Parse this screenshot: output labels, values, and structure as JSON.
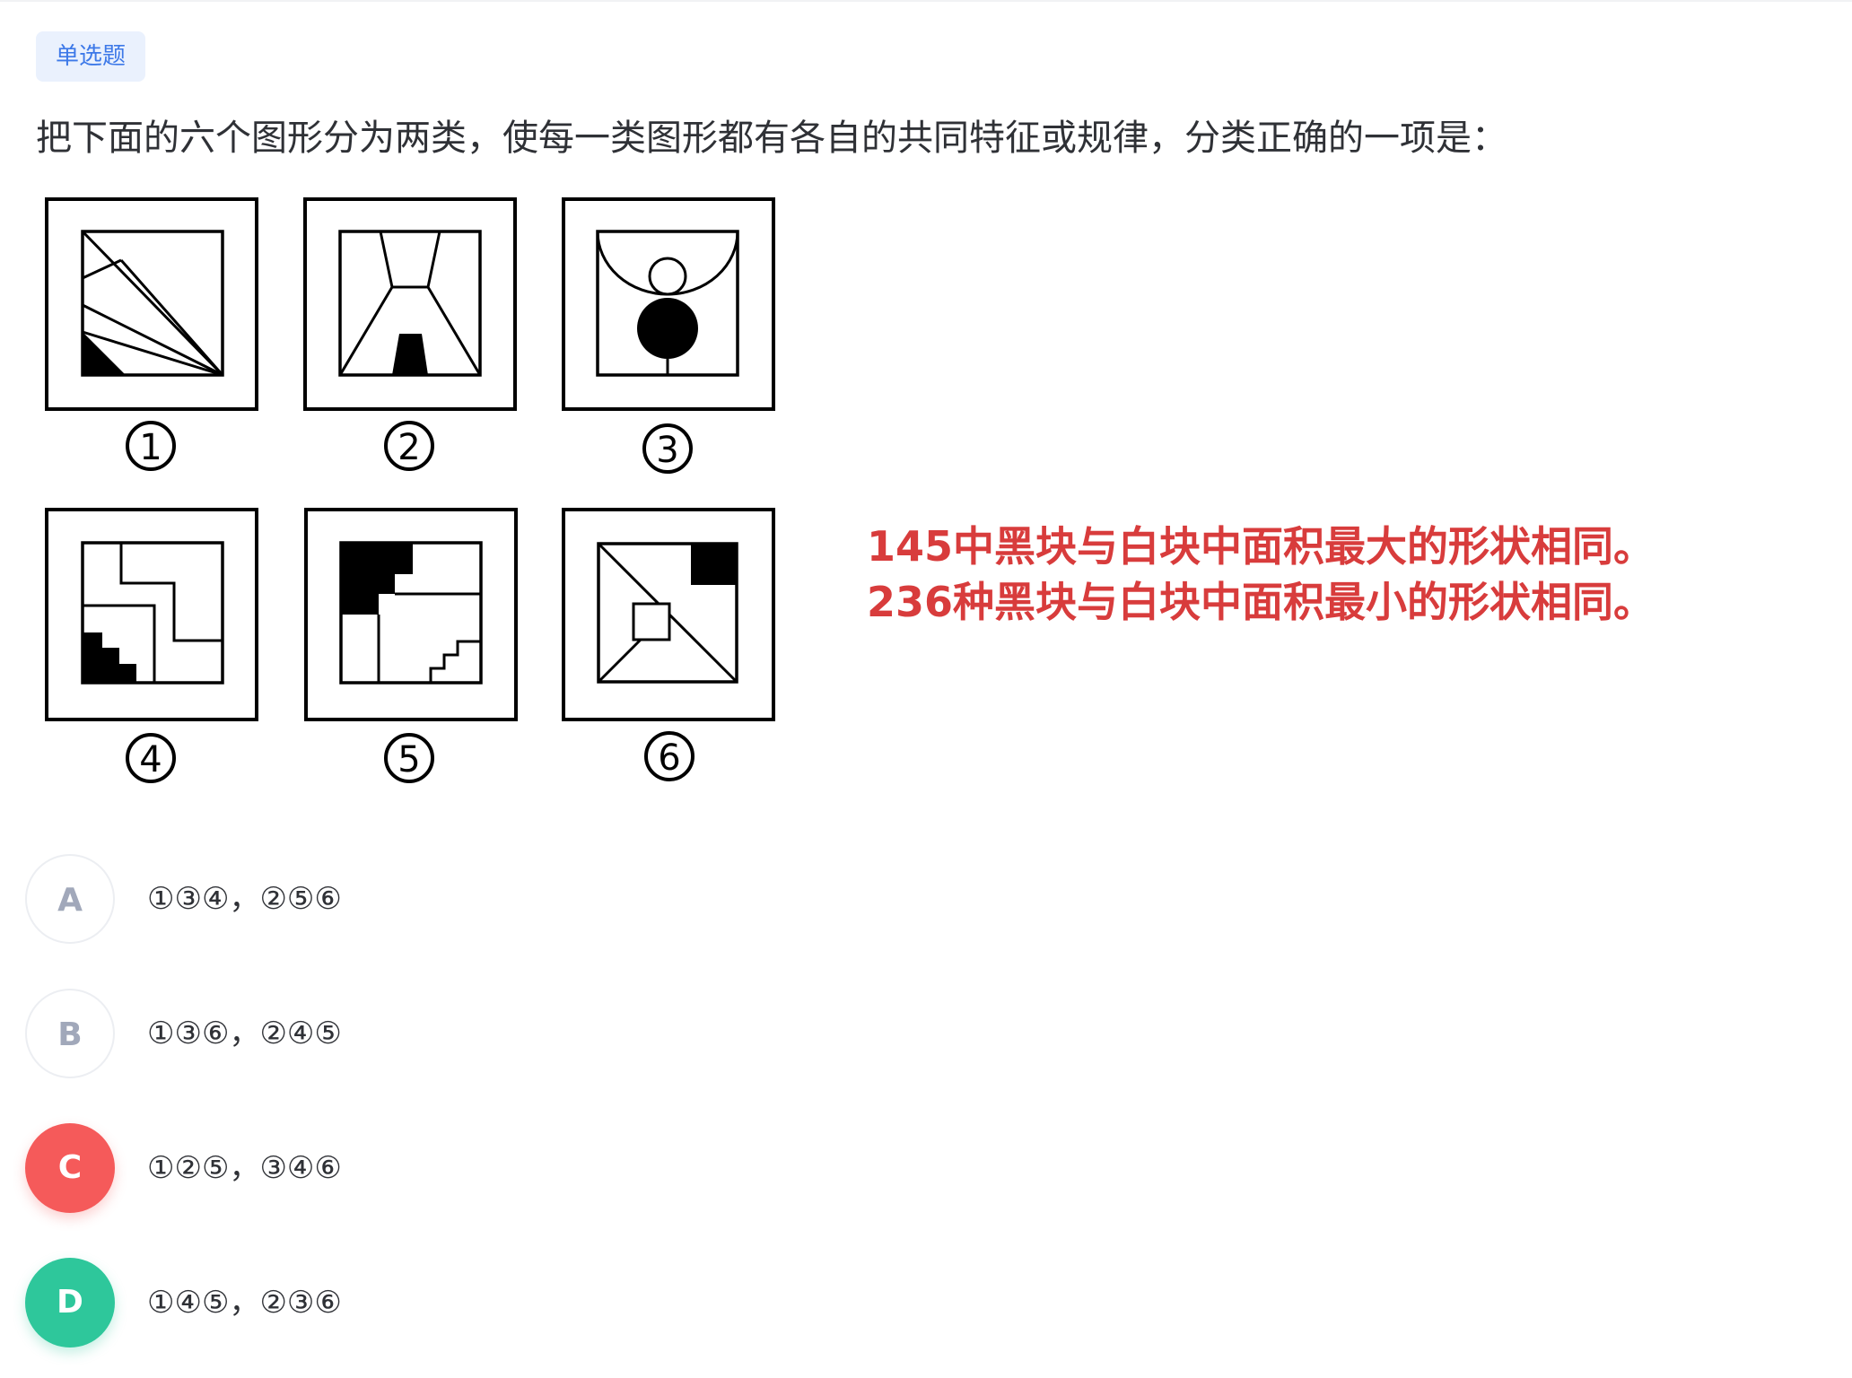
{
  "question": {
    "type_badge": "单选题",
    "stem": "把下面的六个图形分为两类，使每一类图形都有各自的共同特征或规律，分类正确的一项是："
  },
  "figures": [
    {
      "label": "①",
      "icon": "diagonal-lines-with-black-corner"
    },
    {
      "label": "②",
      "icon": "hourglass-with-black-trapezoid"
    },
    {
      "label": "③",
      "icon": "semicircle-white-ball-black-ball"
    },
    {
      "label": "④",
      "icon": "stepped-regions-black-corner"
    },
    {
      "label": "⑤",
      "icon": "partitioned-square-black-corner"
    },
    {
      "label": "⑥",
      "icon": "diagonal-square-black-corner"
    }
  ],
  "annotation": {
    "line1": "145中黑块与白块中面积最大的形状相同。",
    "line2": "236种黑块与白块中面积最小的形状相同。",
    "color": "#d83c3c"
  },
  "options": [
    {
      "letter": "A",
      "text": "①③④，②⑤⑥",
      "state": "default"
    },
    {
      "letter": "B",
      "text": "①③⑥，②④⑤",
      "state": "default"
    },
    {
      "letter": "C",
      "text": "①②⑤，③④⑥",
      "state": "wrong"
    },
    {
      "letter": "D",
      "text": "①④⑤，②③⑥",
      "state": "correct"
    }
  ],
  "colors": {
    "badge_text": "#3d79e8",
    "badge_bg": "#eaf1fd",
    "wrong": "#f55a5a",
    "correct": "#2ec79b"
  }
}
